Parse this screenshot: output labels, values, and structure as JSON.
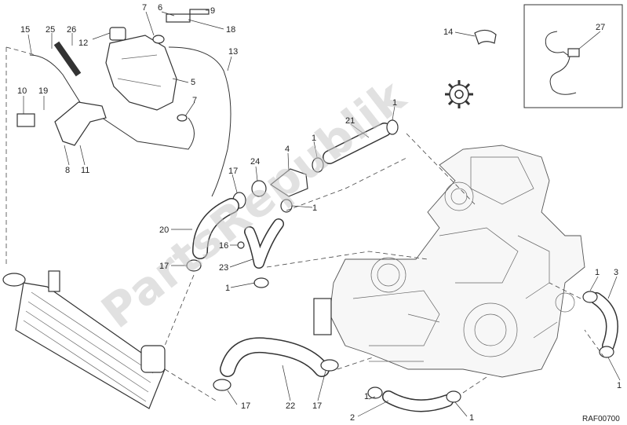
{
  "diagram": {
    "reference_code": "RAF00700",
    "watermark": "PartsRepublik",
    "callouts": [
      "15",
      "25",
      "26",
      "12",
      "7",
      "6",
      "9",
      "18",
      "13",
      "5",
      "7",
      "10",
      "19",
      "8",
      "11",
      "14",
      "27",
      "1",
      "21",
      "4",
      "1",
      "24",
      "17",
      "1",
      "20",
      "16",
      "23",
      "1",
      "17",
      "1",
      "3",
      "1",
      "17",
      "22",
      "17",
      "1",
      "2",
      "1"
    ]
  },
  "style": {
    "line_color": "#333333",
    "watermark_color": "#c9c9c9",
    "background": "#ffffff"
  }
}
